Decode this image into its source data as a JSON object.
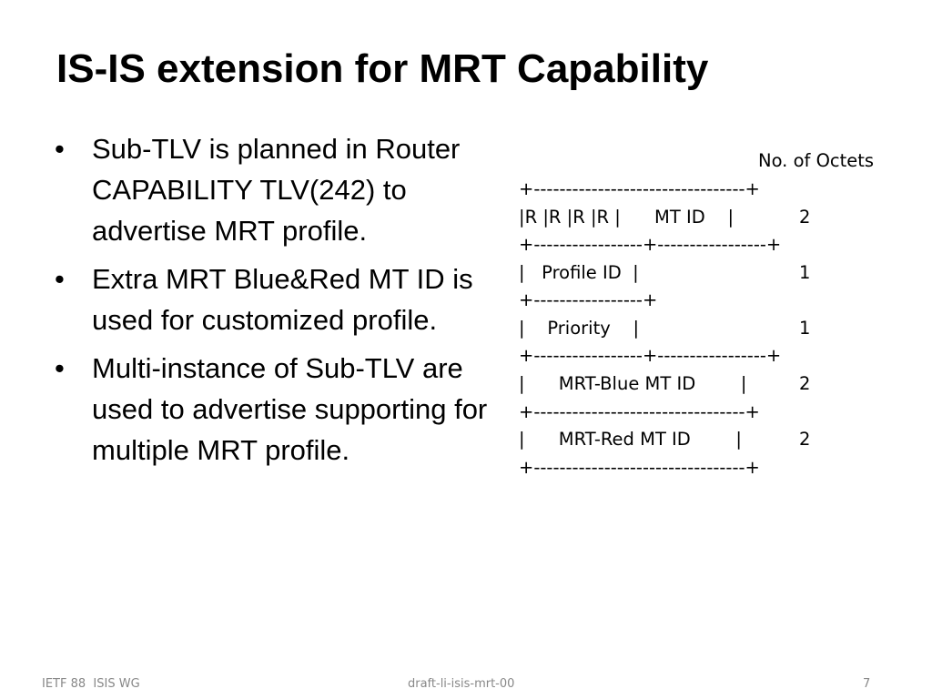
{
  "slide": {
    "title": "IS-IS extension for MRT Capability",
    "bullets": [
      "Sub-TLV is planned in Router CAPABILITY TLV(242) to advertise MRT profile.",
      "Extra MRT Blue&Red MT ID is used for customized profile.",
      "Multi-instance of Sub-TLV are used to advertise supporting for multiple MRT profile."
    ],
    "bullet_symbol": "•"
  },
  "diagram": {
    "header": "No. of Octets",
    "rows": [
      {
        "border": "+---------------------------------+"
      },
      {
        "fields": "|R |R |R |R |      MT ID    |",
        "octets": "2"
      },
      {
        "border": "+-----------------+-----------------+"
      },
      {
        "fields": "|   Profile ID  |",
        "octets": "1"
      },
      {
        "border": "+-----------------+"
      },
      {
        "fields": "|    Priority    |",
        "octets": "1"
      },
      {
        "border": "+-----------------+-----------------+"
      },
      {
        "fields": "|      MRT-Blue MT ID        |",
        "octets": "2"
      },
      {
        "border": "+---------------------------------+"
      },
      {
        "fields": "|      MRT-Red MT ID        |",
        "octets": "2"
      },
      {
        "border": "+---------------------------------+"
      }
    ]
  },
  "footer": {
    "left": "IETF 88  ISIS WG",
    "center": "draft-li-isis-mrt-00",
    "page_number": "7"
  }
}
